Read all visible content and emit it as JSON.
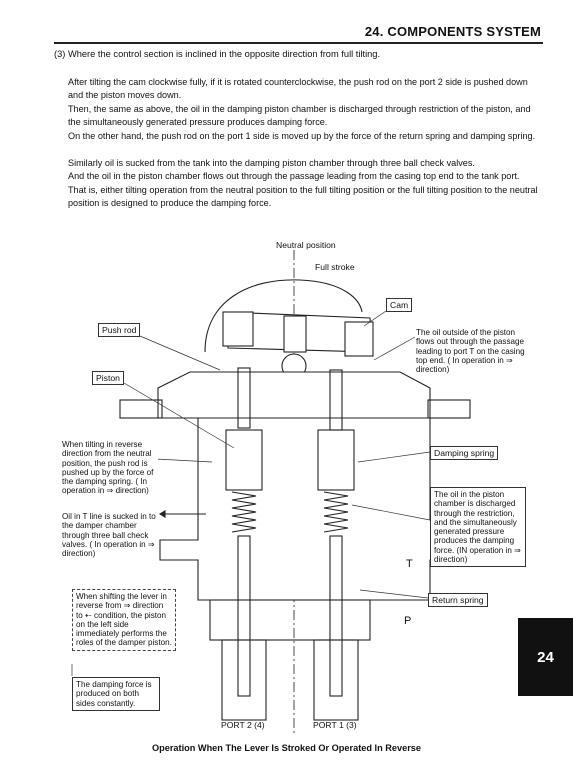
{
  "header": {
    "title": "24. COMPONENTS SYSTEM"
  },
  "section": {
    "heading": "(3) Where the control section is inclined in the opposite direction from full tilting.",
    "paragraphs": [
      "After tilting the cam clockwise fully, if it is rotated counterclockwise, the push rod on the port 2 side is pushed down and the piston moves down.",
      "Then, the same as above, the oil in the damping piston chamber is discharged through restriction of the piston, and the simultaneously generated pressure produces damping force.",
      "On the other hand, the push rod on the port 1 side is moved up by the force of the return spring and damping spring.",
      "Similarly oil is sucked from the tank into the damping piston chamber through three ball check valves.",
      "And the oil in the piston chamber flows out through the passage leading from the casing top end to the tank port.",
      "That is, either tilting operation from the neutral position to the full tilting position or the full tilting position to the neutral position is designed to produce the damping force."
    ]
  },
  "diagram": {
    "neutral_position": "Neutral position",
    "full_stroke": "Full stroke",
    "cam": "Cam",
    "push_rod": "Push rod",
    "piston": "Piston",
    "damping_spring": "Damping spring",
    "return_spring": "Return spring",
    "t_port": "T",
    "p_port": "P",
    "port2": "PORT 2  (4)",
    "port1": "PORT 1  (3)",
    "note_oil_outside": "The oil outside of the piston flows out through the passage leading to port T on the casing top end. ( In operation in ⇒ direction)",
    "note_tilting_reverse": "When tilting in reverse direction from the neutral position, the push rod is pushed up by the force of the damping spring. ( In operation in ⇒ direction)",
    "note_oil_t_line": "Oil in T line is sucked in to the damper chamber through three ball check valves. ( In operation in ⇒ direction)",
    "note_oil_in_piston": "The oil in the piston chamber is discharged through the restriction, and the simultaneously generated pressure produces the damping force. (IN operation in ⇒ direction)",
    "note_shifting_lever": "When shifting the lever in reverse from ⇒ direction to ⇠ condition, the piston on the left side immediately performs the roles of the damper piston.",
    "note_damping_force": "The damping force is produced on both sides constantly."
  },
  "caption": "Operation When The Lever Is Stroked Or Operated In Reverse",
  "chapter_tab": "24"
}
